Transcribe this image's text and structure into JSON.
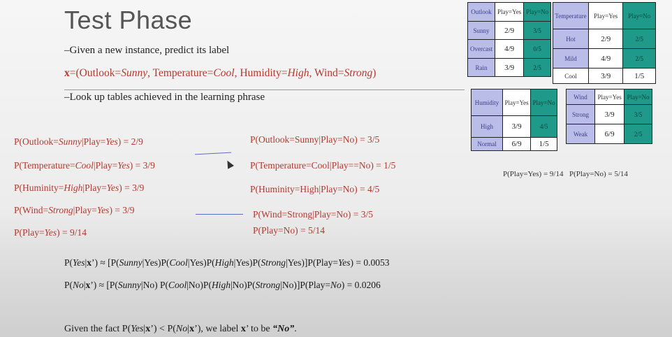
{
  "title": "Test Phase",
  "bullet1": "–Given a new instance, predict its label",
  "instance": {
    "x": "x",
    "p1": "=(Outlook=",
    "v1": "Sunny",
    "p2": ", Temperature=",
    "v2": "Cool",
    "p3": ", Humidity=",
    "v3": "High",
    "p4": ", Wind=",
    "v4": "Strong",
    "p5": ")"
  },
  "bullet2": "–Look up tables achieved in the learning phrase",
  "left_probs": [
    {
      "a": "P(Outlook=",
      "v": "Sunny",
      "b": "|Play=",
      "w": "Yes",
      "c": ") = 2/9"
    },
    {
      "a": "P(Temperature=",
      "v": "Cool",
      "b": "|Play=",
      "w": "Yes",
      "c": ") = 3/9"
    },
    {
      "a": "P(Huminity=",
      "v": "High",
      "b": "|Play=",
      "w": "Yes",
      "c": ") = 3/9"
    },
    {
      "a": "P(Wind=",
      "v": "Strong",
      "b": "|Play=",
      "w": "Yes",
      "c": ") = 3/9"
    },
    {
      "a": "P(Play=",
      "v": "Yes",
      "b": ") = 9/14"
    }
  ],
  "right_probs": [
    "P(Outlook=Sunny|Play=No) = 3/5",
    "P(Temperature=Cool|Play==No) = 1/5",
    "P(Huminity=High|Play=No) = 4/5",
    "P(Wind=Strong|Play=No) = 3/5",
    "P(Play=No) = 5/14"
  ],
  "eq_yes": {
    "a": "P(",
    "y": "Yes",
    "b": "|",
    "x": "x",
    "c": "’) ≈ [P(",
    "s1": "Sunny",
    "d": "|Yes)P(",
    "s2": "Cool",
    "e": "|Yes)P(",
    "s3": "High",
    "f": "|Yes)P(",
    "s4": "Strong",
    "g": "|Yes)]P(Play=",
    "s5": "Yes",
    "h": ") = 0.0053"
  },
  "eq_no": {
    "a": "P(",
    "y": "No",
    "b": "|",
    "x": "x",
    "c": "’) ≈ [P(",
    "s1": "Sunny",
    "d": "|No) P(",
    "s2": "Cool",
    "e": "|No)P(",
    "s3": "High",
    "f": "|No)P(",
    "s4": "Strong",
    "g": "|No)]P(Play=",
    "s5": "No",
    "h": ") = 0.0206"
  },
  "conclusion": {
    "a": "Given the fact P(",
    "y": "Yes",
    "b": "|",
    "x1": "x",
    "c": "’) < P(",
    "n": "No",
    "d": "|",
    "x2": "x",
    "e": "’), we label ",
    "x3": "x",
    "f": "’ to be ",
    "label": "“No”",
    "g": "."
  },
  "tables": {
    "outlook": {
      "header": [
        "Outlook",
        "Play=Yes",
        "Play=No"
      ],
      "rows": [
        [
          "Sunny",
          "2/9",
          "3/5"
        ],
        [
          "Overcast",
          "4/9",
          "0/5"
        ],
        [
          "Rain",
          "3/9",
          "2/5"
        ]
      ]
    },
    "temperature": {
      "header": [
        "Temperature",
        "Play=Yes",
        "Play=No"
      ],
      "rows": [
        [
          "Hot",
          "2/9",
          "2/5"
        ],
        [
          "Mild",
          "4/9",
          "2/5"
        ],
        [
          "Cool",
          "3/9",
          "1/5"
        ]
      ]
    },
    "humidity": {
      "header": [
        "Humidity",
        "Play=Yes",
        "Play=No"
      ],
      "rows": [
        [
          "High",
          "3/9",
          "4/5"
        ],
        [
          "Normal",
          "6/9",
          "1/5"
        ]
      ]
    },
    "wind": {
      "header": [
        "Wind",
        "Play=Yes",
        "Play=No"
      ],
      "rows": [
        [
          "Strong",
          "3/9",
          "3/5"
        ],
        [
          "Weak",
          "6/9",
          "2/5"
        ]
      ]
    },
    "totals": [
      "P(Play=Yes) = 9/14",
      "P(Play=No) = 5/14"
    ]
  },
  "colors": {
    "accent_red": "#b03a2e",
    "table_header": "#b9bde8",
    "table_teal": "#1f9a8a"
  }
}
